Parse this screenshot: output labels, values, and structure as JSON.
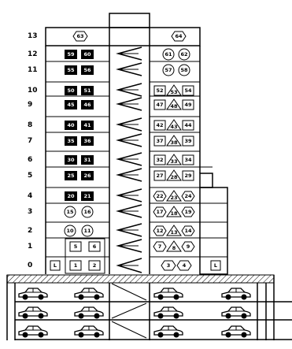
{
  "floor_labels": [
    "13",
    "12",
    "11",
    "10",
    "9",
    "8",
    "7",
    "6",
    "5",
    "4",
    "3",
    "2",
    "1",
    "0"
  ],
  "left_units": {
    "13": {
      "style": "hex",
      "nums": [
        "63"
      ]
    },
    "12": {
      "style": "sq",
      "nums": [
        "59",
        "60"
      ]
    },
    "11": {
      "style": "sq",
      "nums": [
        "55",
        "56"
      ]
    },
    "10": {
      "style": "sq",
      "nums": [
        "50",
        "51"
      ]
    },
    "9": {
      "style": "sq",
      "nums": [
        "45",
        "46"
      ]
    },
    "8": {
      "style": "sq",
      "nums": [
        "40",
        "41"
      ]
    },
    "7": {
      "style": "sq",
      "nums": [
        "35",
        "36"
      ]
    },
    "6": {
      "style": "sq",
      "nums": [
        "30",
        "31"
      ]
    },
    "5": {
      "style": "sq",
      "nums": [
        "25",
        "26"
      ]
    },
    "4": {
      "style": "sq",
      "nums": [
        "20",
        "21"
      ]
    },
    "3": {
      "style": "circle",
      "nums": [
        "15",
        "16"
      ]
    },
    "2": {
      "style": "circle",
      "nums": [
        "10",
        "11"
      ]
    },
    "1": {
      "style": "box",
      "nums": [
        "5",
        "6"
      ]
    },
    "0": {
      "style": "box",
      "nums": [
        "1",
        "2"
      ]
    }
  },
  "right_units": {
    "13": {
      "style": "hex",
      "nums": [
        "64"
      ]
    },
    "12": {
      "style": "circle",
      "nums": [
        "61",
        "62"
      ]
    },
    "11": {
      "style": "circle",
      "nums": [
        "57",
        "58"
      ]
    },
    "10": {
      "style": "tri",
      "nums": [
        "52",
        "53",
        "54"
      ]
    },
    "9": {
      "style": "tri",
      "nums": [
        "47",
        "48",
        "49"
      ]
    },
    "8": {
      "style": "tri",
      "nums": [
        "42",
        "43",
        "44"
      ]
    },
    "7": {
      "style": "tri",
      "nums": [
        "37",
        "38",
        "39"
      ]
    },
    "6": {
      "style": "tri",
      "nums": [
        "32",
        "33",
        "34"
      ]
    },
    "5": {
      "style": "tri",
      "nums": [
        "27",
        "28",
        "29"
      ]
    },
    "4": {
      "style": "tri",
      "nums": [
        "22",
        "23",
        "24"
      ]
    },
    "3": {
      "style": "tri",
      "nums": [
        "17",
        "18",
        "19"
      ]
    },
    "2": {
      "style": "tri",
      "nums": [
        "12",
        "13",
        "14"
      ]
    },
    "1": {
      "style": "tri",
      "nums": [
        "7",
        "8",
        "9"
      ]
    },
    "0": {
      "style": "hex",
      "nums": [
        "3",
        "4"
      ]
    }
  },
  "lobby_mark": "L"
}
